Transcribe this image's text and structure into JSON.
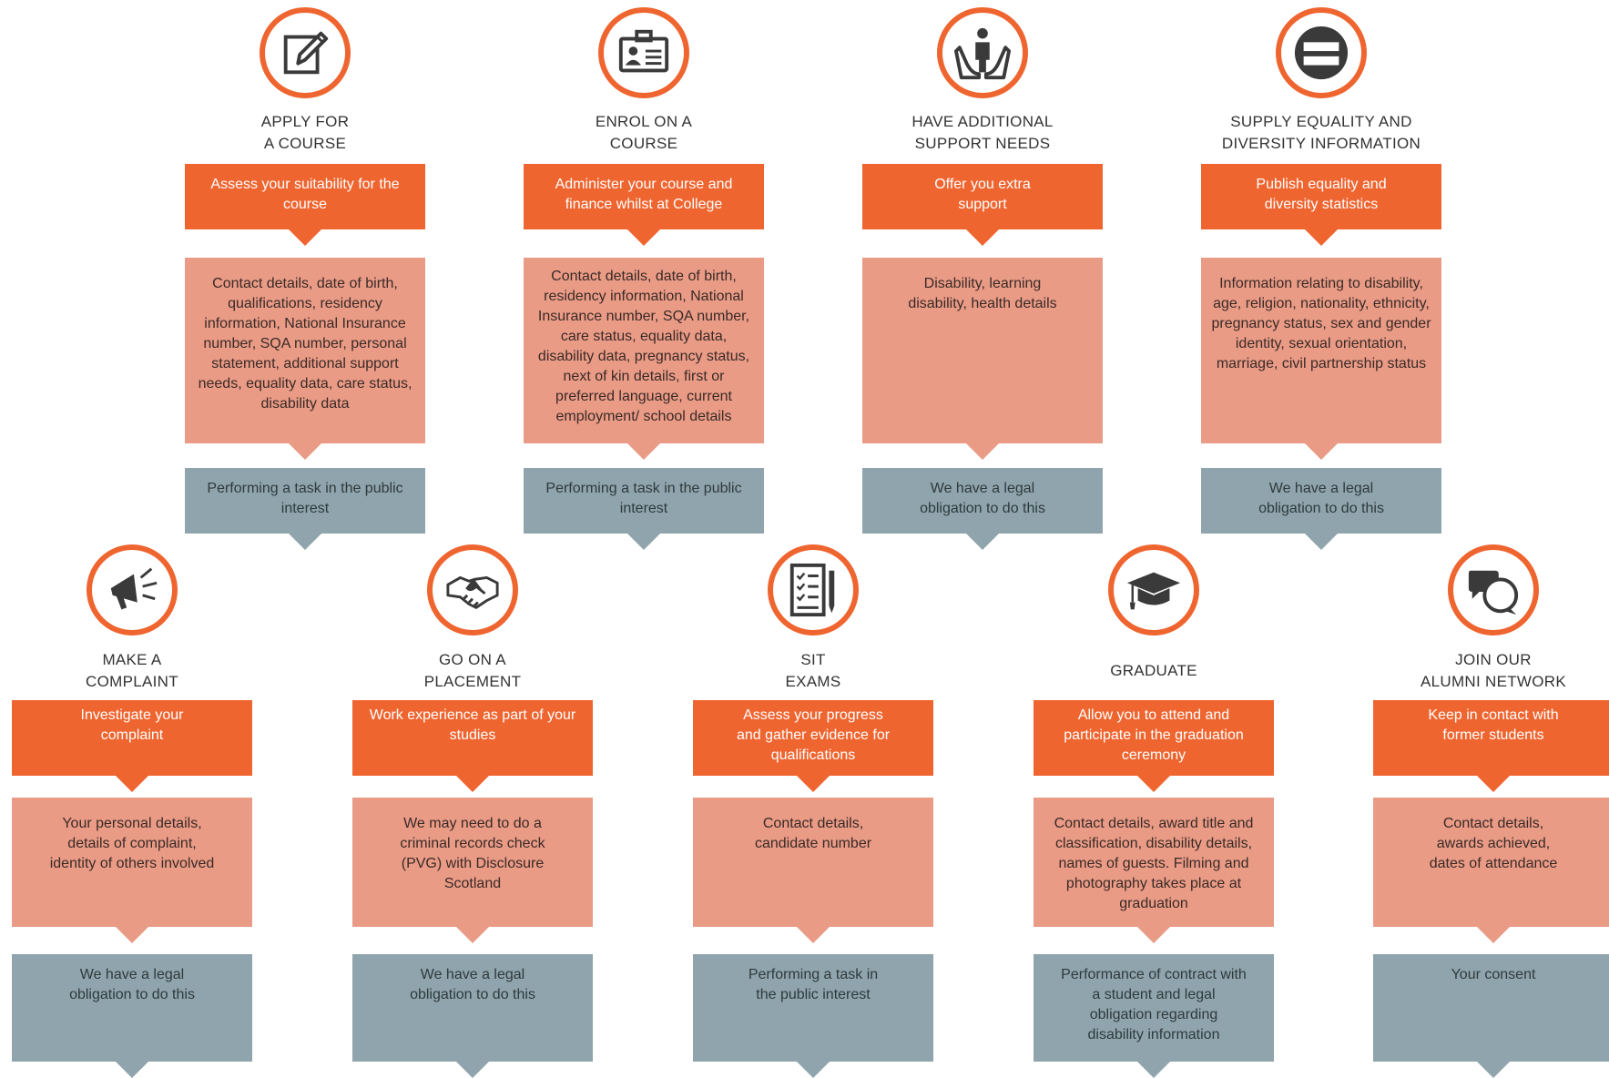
{
  "colors": {
    "accent": "#ef6530",
    "data_box": "#e99b86",
    "basis_box": "#8fa4ac"
  },
  "row1": [
    {
      "icon": "pencil-edit-icon",
      "title_l1": "APPLY FOR",
      "title_l2": "A  COURSE",
      "purpose": "Assess your suitability for the course",
      "data": "Contact details, date of birth, qualifications, residency information, National Insurance number, SQA number, personal statement, additional support needs, equality data, care status, disability data",
      "basis": "Performing a task in the public interest"
    },
    {
      "icon": "id-card-icon",
      "title_l1": "ENROL ON A",
      "title_l2": "COURSE",
      "purpose": "Administer your course and finance whilst at College",
      "data": "Contact details, date of birth, residency information, National Insurance number, SQA number, care status, equality data, disability data, pregnancy status, next of kin details, first or preferred language, current employment/ school details",
      "basis": "Performing a task in the public interest"
    },
    {
      "icon": "hands-support-icon",
      "title_l1": "HAVE ADDITIONAL",
      "title_l2": "SUPPORT NEEDS",
      "purpose": "Offer you extra support",
      "data": "Disability, learning disability, health details",
      "basis": "We have a legal obligation to do this"
    },
    {
      "icon": "equals-icon",
      "title_l1": "SUPPLY EQUALITY AND",
      "title_l2": "DIVERSITY INFORMATION",
      "purpose": "Publish equality and diversity statistics",
      "data": "Information relating to disability, age, religion, nationality, ethnicity, pregnancy status, sex and gender identity, sexual orientation, marriage, civil partnership status",
      "basis": "We have a legal obligation to do this"
    }
  ],
  "row2": [
    {
      "icon": "megaphone-icon",
      "title_l1": "MAKE A",
      "title_l2": "COMPLAINT",
      "purpose": "Investigate your complaint",
      "data": "Your personal details, details of complaint, identity of others involved",
      "basis": "We have a legal obligation to do this"
    },
    {
      "icon": "handshake-icon",
      "title_l1": "GO ON A",
      "title_l2": "PLACEMENT",
      "purpose": "Work experience as part of your studies",
      "data": "We may need to do a criminal records check (PVG) with Disclosure Scotland",
      "basis": "We have a legal obligation to do this"
    },
    {
      "icon": "checklist-icon",
      "title_l1": "SIT",
      "title_l2": "EXAMS",
      "purpose": "Assess your progress and gather evidence for qualifications",
      "data": "Contact details, candidate number",
      "basis": "Performing a task in the public interest"
    },
    {
      "icon": "graduation-cap-icon",
      "title_l1": "GRADUATE",
      "title_l2": "",
      "purpose": "Allow you to attend and participate in the graduation ceremony",
      "data": "Contact details, award title and classification, disability details, names of guests. Filming and photography takes place at graduation",
      "basis": "Performance of contract with a student and legal obligation regarding disability information"
    },
    {
      "icon": "chat-bubbles-icon",
      "title_l1": "JOIN OUR",
      "title_l2": "ALUMNI NETWORK",
      "purpose": "Keep in contact with former students",
      "data": "Contact details, awards achieved, dates of attendance",
      "basis": "Your consent"
    }
  ]
}
